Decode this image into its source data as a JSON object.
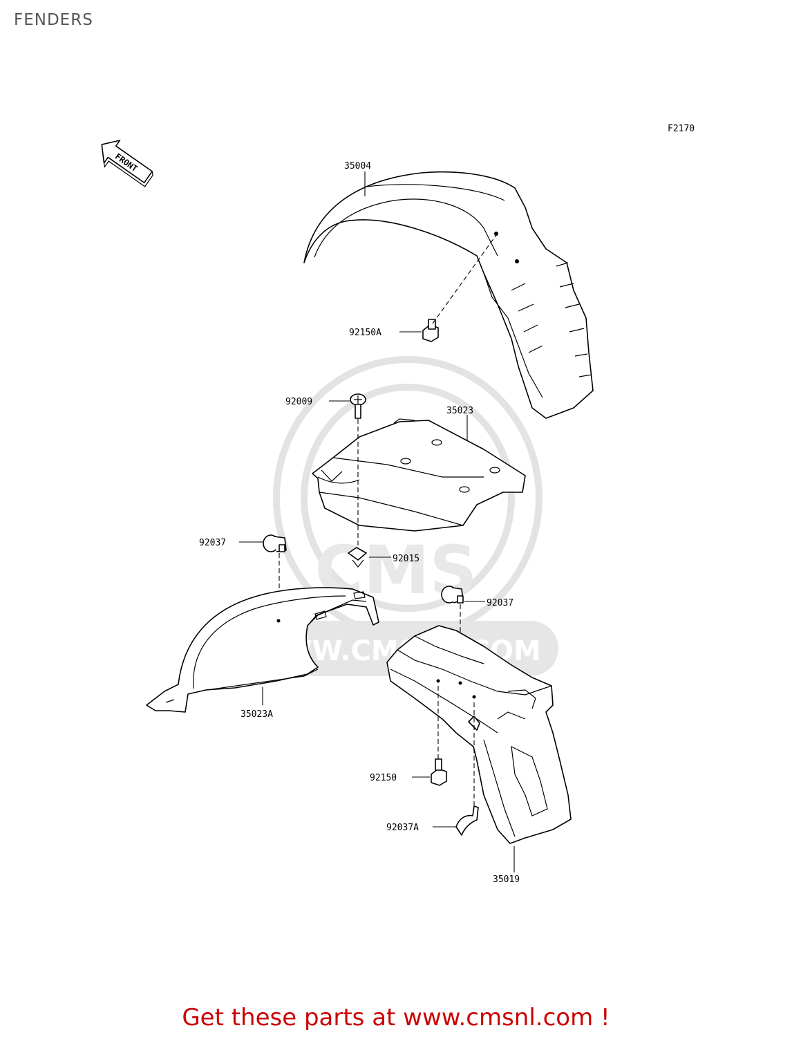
{
  "title": "FENDERS",
  "figure_code": "F2170",
  "front_arrow_label": "FRONT",
  "watermark": {
    "brand": "CMS",
    "url": "WWW.CMSNL.COM"
  },
  "parts": [
    {
      "id": "p35004",
      "number": "35004"
    },
    {
      "id": "p92150A",
      "number": "92150A"
    },
    {
      "id": "p92009",
      "number": "92009"
    },
    {
      "id": "p35023",
      "number": "35023"
    },
    {
      "id": "p92037a",
      "number": "92037"
    },
    {
      "id": "p92015",
      "number": "92015"
    },
    {
      "id": "p92037b",
      "number": "92037"
    },
    {
      "id": "p35023A",
      "number": "35023A"
    },
    {
      "id": "p92150",
      "number": "92150"
    },
    {
      "id": "p92037A",
      "number": "92037A"
    },
    {
      "id": "p35019",
      "number": "35019"
    }
  ],
  "footer": "Get these parts at www.cmsnl.com !"
}
